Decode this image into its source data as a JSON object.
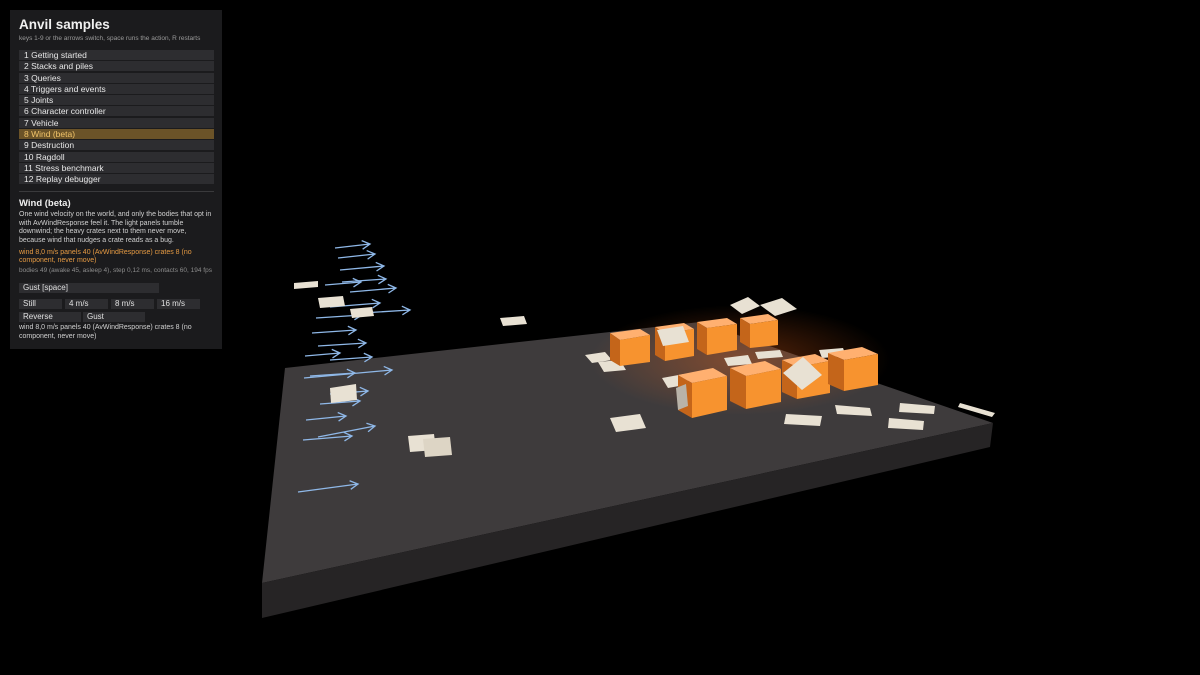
{
  "app": {
    "title": "Anvil samples",
    "hint": "keys 1-9 or the arrows switch, space runs the action, R restarts"
  },
  "menu": {
    "selected_index": 7,
    "items": [
      "1 Getting started",
      "2 Stacks and piles",
      "3 Queries",
      "4 Triggers and events",
      "5 Joints",
      "6 Character controller",
      "7 Vehicle",
      "8 Wind (beta)",
      "9 Destruction",
      "10 Ragdoll",
      "11 Stress benchmark",
      "12 Replay debugger"
    ]
  },
  "sample": {
    "title": "Wind (beta)",
    "description": "One wind velocity on the world, and only the bodies that opt in with AvWindResponse feel it. The light panels tumble downwind; the heavy crates next to them never move, because wind that nudges a crate reads as a bug.",
    "status": "wind 8,0 m/s panels 40 (AvWindResponse) crates 8 (no component, never move)",
    "stats": "bodies 49 (awake 45, asleep 4), step 0,12 ms, contacts 60, 194 fps",
    "footer": "wind 8,0 m/s panels 40 (AvWindResponse) crates 8 (no component, never move)"
  },
  "controls": {
    "gust_action": "Gust [space]",
    "speed_buttons": [
      "Still",
      "4 m/s",
      "8 m/s",
      "16 m/s"
    ],
    "reverse_button": "Reverse",
    "gust_button": "Gust"
  },
  "scene_colors": {
    "background": "#000000",
    "floor_top": "#3d3a3b",
    "floor_side": "#2a2829",
    "crate": "#f7932f",
    "panel": "#e8e1d3",
    "wind_arrow": "#8fb8e8",
    "accent": "#f2c46a"
  }
}
